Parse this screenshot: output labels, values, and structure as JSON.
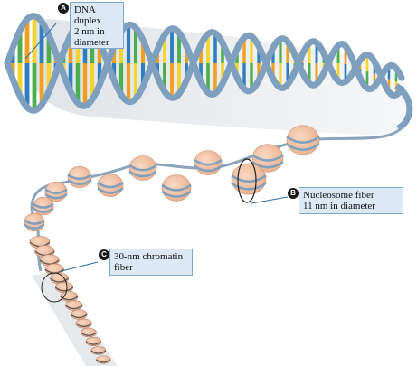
{
  "callouts": {
    "a": {
      "badge": "A",
      "lines": [
        "DNA",
        "duplex",
        "2 nm in",
        "diameter"
      ]
    },
    "b": {
      "badge": "B",
      "lines": [
        "Nucleosome fiber",
        "11 nm in diameter"
      ]
    },
    "c": {
      "badge": "C",
      "lines": [
        "30-nm chromatin",
        "fiber"
      ]
    }
  },
  "colors": {
    "backbone": "#7f9fbf",
    "base_orange": "#f0a020",
    "base_yellow": "#f2d530",
    "base_blue": "#2f7fc0",
    "base_green": "#4cae4c",
    "histone": "#f2c4a8",
    "callout_fill": "#dce9f4"
  }
}
